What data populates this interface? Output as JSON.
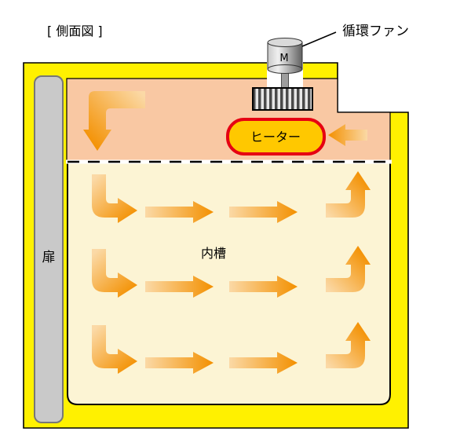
{
  "diagram": {
    "title": "[ 側面図 ]",
    "fan": {
      "label": "循環ファン",
      "motor_label": "M"
    },
    "heater": {
      "label": "ヒーター"
    },
    "inner_chamber": {
      "label": "内槽"
    },
    "door": {
      "label": "扉"
    },
    "colors": {
      "outer_wall": "#FFF100",
      "plenum": "#F9C8A3",
      "inner_chamber": "#FCF4D4",
      "heater_fill": "#FFC800",
      "heater_border": "#E60012",
      "arrow_deep": "#F39000",
      "arrow_light": "#FBD9A6",
      "door": "#C9C9C9"
    }
  }
}
